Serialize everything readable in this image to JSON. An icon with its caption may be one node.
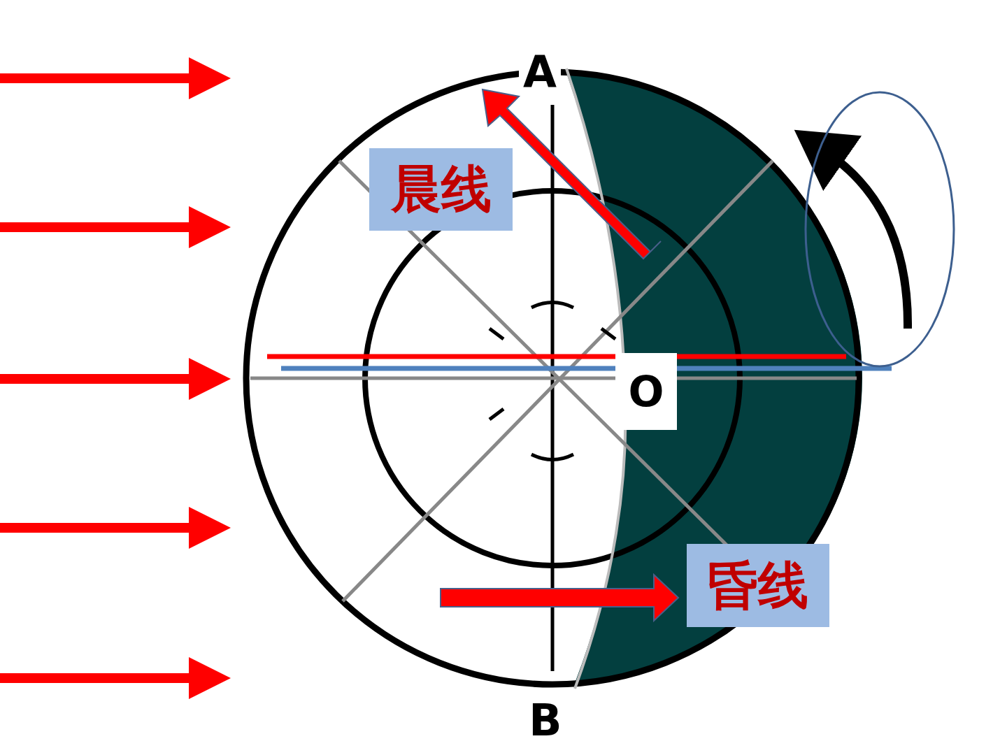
{
  "diagram": {
    "labels": [
      "A",
      "晨线",
      "O",
      "昏线",
      "B"
    ]
  }
}
